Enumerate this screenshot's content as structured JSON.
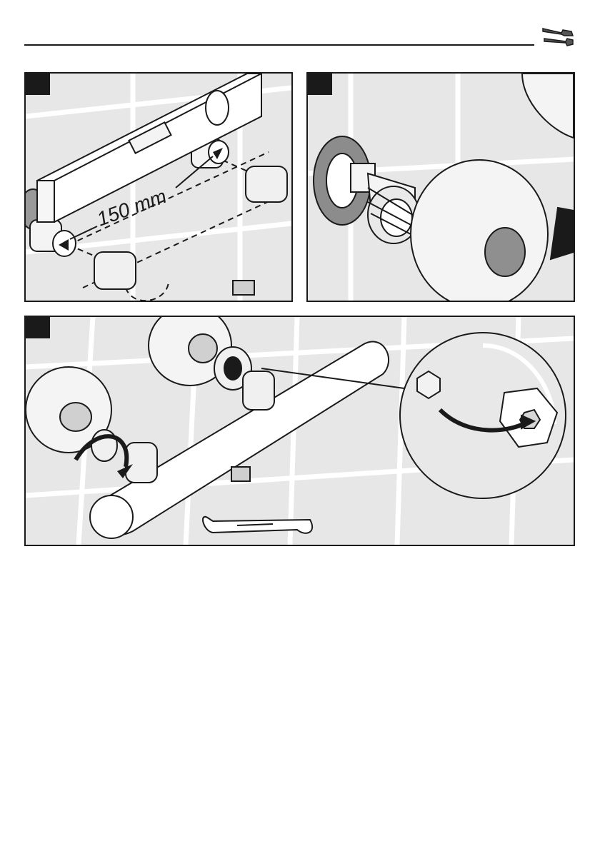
{
  "header": {
    "icon": "wrench-screwdriver-icon"
  },
  "steps": [
    {
      "name": "step-1",
      "measurement": "150 mm",
      "tool": "spirit-level-icon"
    },
    {
      "name": "step-2",
      "tool": "wall-flange-icon"
    },
    {
      "name": "step-3",
      "tool": "open-end-wrench-icon"
    }
  ],
  "colors": {
    "tile": "#e7e7e7",
    "grout": "#ffffff",
    "line": "#1a1a1a",
    "seal": "#8c8c8c",
    "badge": "#1a1a1a"
  }
}
